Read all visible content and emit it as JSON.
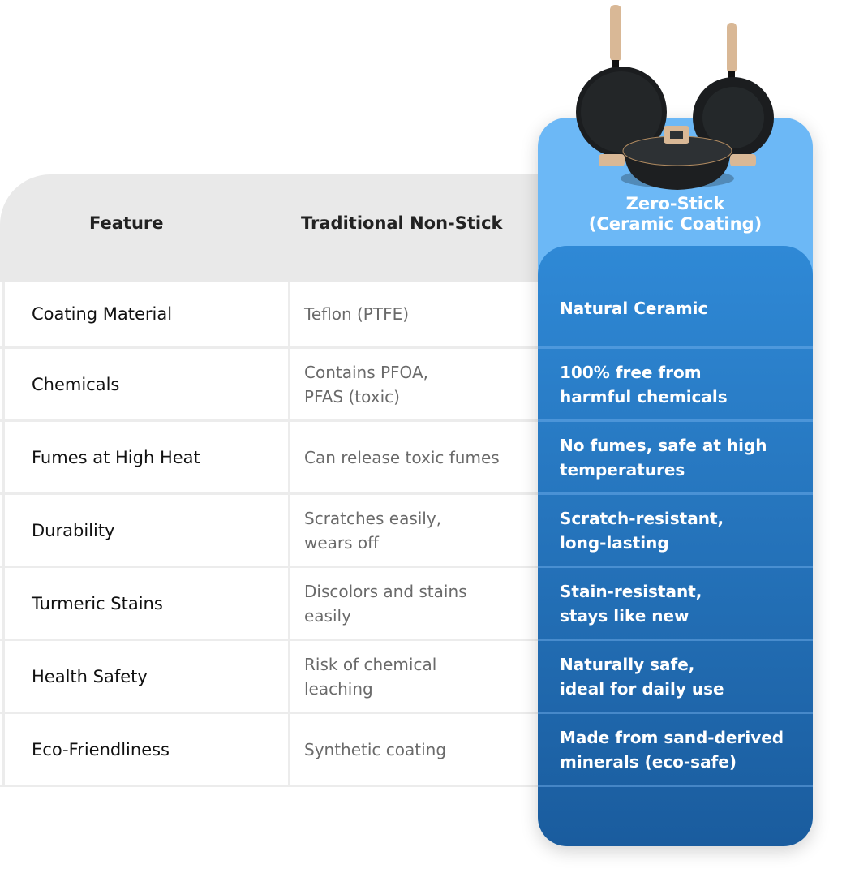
{
  "headers": {
    "feature": "Feature",
    "traditional": "Traditional Non-Stick",
    "zero_stick": "Zero-Stick\n(Ceramic Coating)"
  },
  "rows": [
    {
      "feature": "Coating Material",
      "traditional": "Teflon (PTFE)",
      "zero_stick": "Natural Ceramic"
    },
    {
      "feature": "Chemicals",
      "traditional": "Contains PFOA,\nPFAS (toxic)",
      "zero_stick": "100% free from\nharmful chemicals"
    },
    {
      "feature": "Fumes at High Heat",
      "traditional": "Can release toxic fumes",
      "zero_stick": "No fumes, safe at high\ntemperatures"
    },
    {
      "feature": "Durability",
      "traditional": "Scratches easily,\nwears off",
      "zero_stick": "Scratch-resistant,\nlong-lasting"
    },
    {
      "feature": "Turmeric Stains",
      "traditional": "Discolors and stains\neasily",
      "zero_stick": "Stain-resistant,\nstays like new"
    },
    {
      "feature": "Health Safety",
      "traditional": "Risk of chemical\nleaching",
      "zero_stick": "Naturally safe,\nideal for daily use"
    },
    {
      "feature": "Eco-Friendliness",
      "traditional": "Synthetic coating",
      "zero_stick": "Made from sand-derived\nminerals (eco-safe)"
    }
  ],
  "colors": {
    "header_gray": "#e9e9e9",
    "card_light": "#6cb8f6",
    "card_dark_top": "#2f89d6",
    "card_dark_bottom": "#1a5c9e"
  }
}
